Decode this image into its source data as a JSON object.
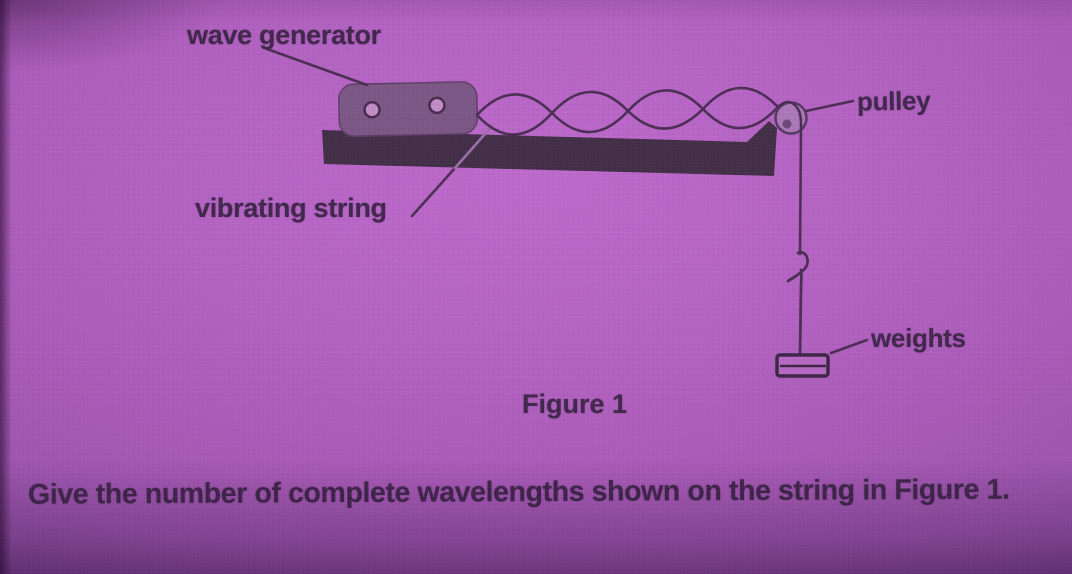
{
  "figure": {
    "labels": {
      "wave_generator": "wave generator",
      "pulley": "pulley",
      "vibrating_string": "vibrating string",
      "weights": "weights"
    },
    "caption": "Figure 1",
    "standing_wave": {
      "loops_shown": 4,
      "complete_wavelengths_shown": 2
    }
  },
  "question": "Give the number of complete wavelengths shown on the string in Figure 1.",
  "colors": {
    "background": "#b160c0",
    "ink": "#3e2449",
    "bench": "#402c45",
    "generator_box": "#7a5583",
    "pulley_wheel": "#aa76b6"
  }
}
